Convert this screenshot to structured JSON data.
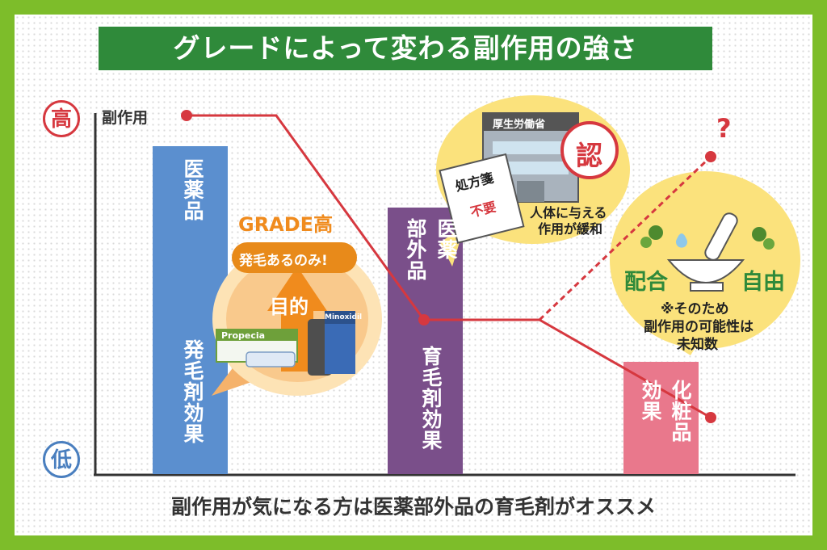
{
  "title": "グレードによって変わる副作用の強さ",
  "axis": {
    "high": "高",
    "low": "低",
    "y_label": "副作用"
  },
  "bars": {
    "pharma": {
      "name": "医薬品",
      "effect": "発毛剤効果",
      "color": "#5b8fcf"
    },
    "quasi": {
      "name_col1": "医薬",
      "name_col2": "部外品",
      "effect": "育毛剤効果",
      "color": "#7a4f8a"
    },
    "cosmetic": {
      "name_col1": "化粧品",
      "name_col2": "効果",
      "color": "#e9788c"
    }
  },
  "grade_bubble": {
    "grade": "GRADE高",
    "pill": "発毛あるのみ!",
    "purpose": "目的",
    "product1": "Propecia",
    "product2": "Minoxidil"
  },
  "ministry_bubble": {
    "ministry": "厚生労働省",
    "stamp": "認",
    "rx": "処方箋",
    "rx_not_needed": "不要",
    "note_line1": "人体に与える",
    "note_line2": "作用が緩和"
  },
  "cosmetic_bubble": {
    "question": "?",
    "blend": "配合",
    "free": "自由",
    "note_line1": "※そのため",
    "note_line2": "副作用の可能性は",
    "note_line3": "未知数"
  },
  "bottom_text": "副作用が気になる方は医薬部外品の育毛剤がオススメ",
  "colors": {
    "frame": "#7dbd2a",
    "title_bg": "#2f8a3a",
    "line": "#d6383f",
    "bubble": "#fbe27c",
    "grade": "#f08b1d"
  }
}
